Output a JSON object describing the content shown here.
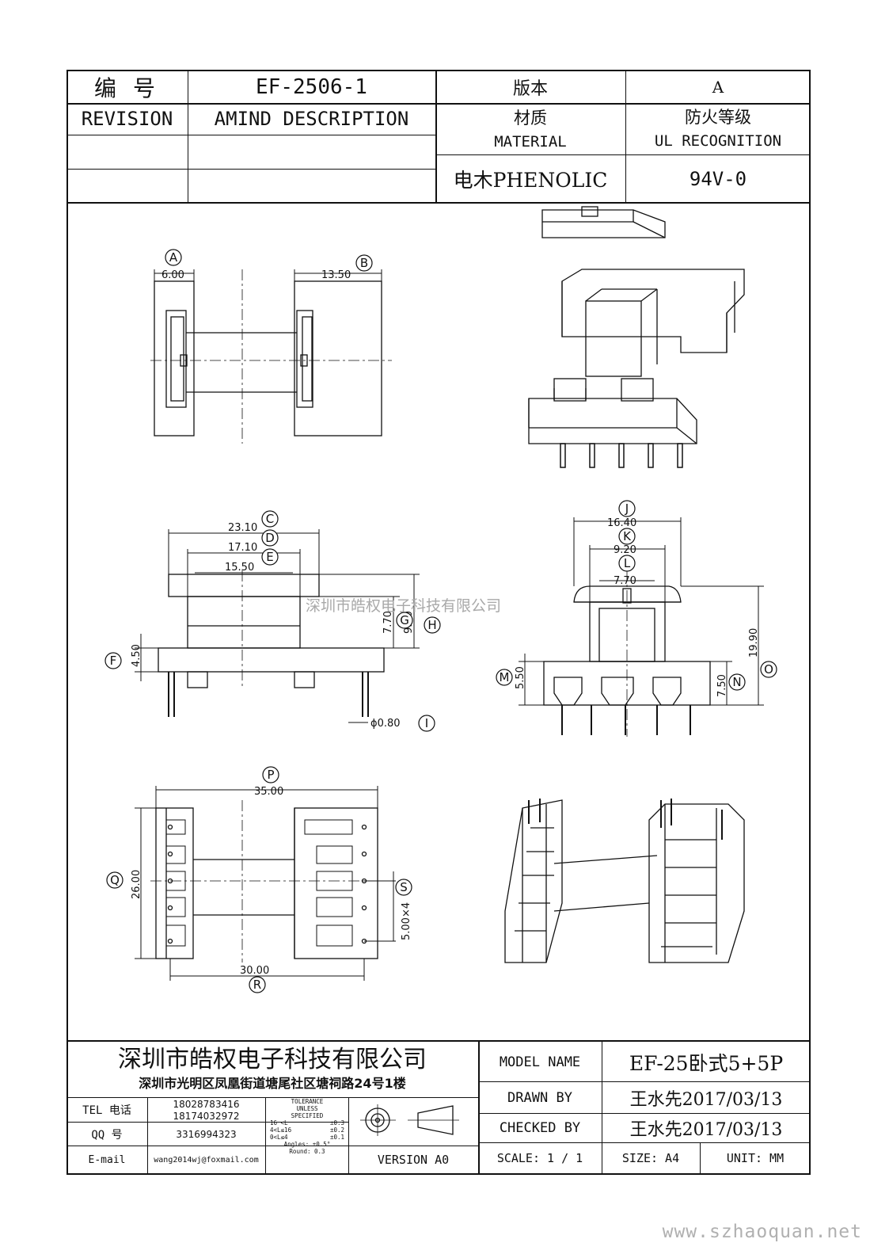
{
  "header": {
    "number_label": "编  号",
    "part_number": "EF-2506-1",
    "version_label": "版本",
    "version_value": "A",
    "revision_label": "REVISION",
    "amind_label": "AMIND DESCRIPTION",
    "material_cn": "材质",
    "material_en": "MATERIAL",
    "ul_cn": "防火等级",
    "ul_en": "UL RECOGNITION",
    "material_value": "电木PHENOLIC",
    "ul_value": "94V-0"
  },
  "dimensions": {
    "A": {
      "letter": "A",
      "value": "6.00"
    },
    "B": {
      "letter": "B",
      "value": "13.50"
    },
    "C": {
      "letter": "C",
      "value": "23.10"
    },
    "D": {
      "letter": "D",
      "value": "17.10"
    },
    "E": {
      "letter": "E",
      "value": "15.50"
    },
    "F": {
      "letter": "F",
      "value": "4.50"
    },
    "G": {
      "letter": "G",
      "value": "7.70"
    },
    "H": {
      "letter": "H",
      "value": "9.20"
    },
    "I": {
      "letter": "I",
      "value": "ϕ0.80"
    },
    "J": {
      "letter": "J",
      "value": "16.40"
    },
    "K": {
      "letter": "K",
      "value": "9.20"
    },
    "L": {
      "letter": "L",
      "value": "7.70"
    },
    "M": {
      "letter": "M",
      "value": "5.50"
    },
    "N": {
      "letter": "N",
      "value": "7.50"
    },
    "O": {
      "letter": "O",
      "value": "19.90"
    },
    "P": {
      "letter": "P",
      "value": "35.00"
    },
    "Q": {
      "letter": "Q",
      "value": "26.00"
    },
    "R": {
      "letter": "R",
      "value": "30.00"
    },
    "S": {
      "letter": "S",
      "value": "5.00×4"
    }
  },
  "watermark_center": "深圳市皓权电子科技有限公司",
  "footer": {
    "company_name": "深圳市皓权电子科技有限公司",
    "address": "深圳市光明区凤凰街道塘尾社区塘祠路24号1楼",
    "tel_label": "TEL 电话",
    "tel_1": "18028783416",
    "tel_2": "18174032972",
    "qq_label": "QQ   号",
    "qq_value": "3316994323",
    "email_label": "E-mail",
    "email_value": "wang2014wj@foxmail.com",
    "tolerance": {
      "title_1": "TOLERANCE",
      "title_2": "UNLESS",
      "title_3": "SPECIFIED",
      "row_1_range": "16 <L",
      "row_1_tol": "±0.3",
      "row_2_range": "4<L≤16",
      "row_2_tol": "±0.2",
      "row_3_range": "0<L≤4",
      "row_3_tol": "±0.1",
      "angles": "Angles: ±0.5°",
      "round": "Round: 0.3"
    },
    "version_label": "VERSION A0",
    "model_label": "MODEL NAME",
    "model_value": "EF-25卧式5+5P",
    "drawn_label": "DRAWN BY",
    "drawn_value": "王水先2017/03/13",
    "checked_label": "CHECKED BY",
    "checked_value": "王水先2017/03/13",
    "scale_label": "SCALE:  1 / 1",
    "size_label": "SIZE:  A4",
    "unit_label": "UNIT:  MM"
  },
  "site_watermark": "www.szhaoquan.net"
}
